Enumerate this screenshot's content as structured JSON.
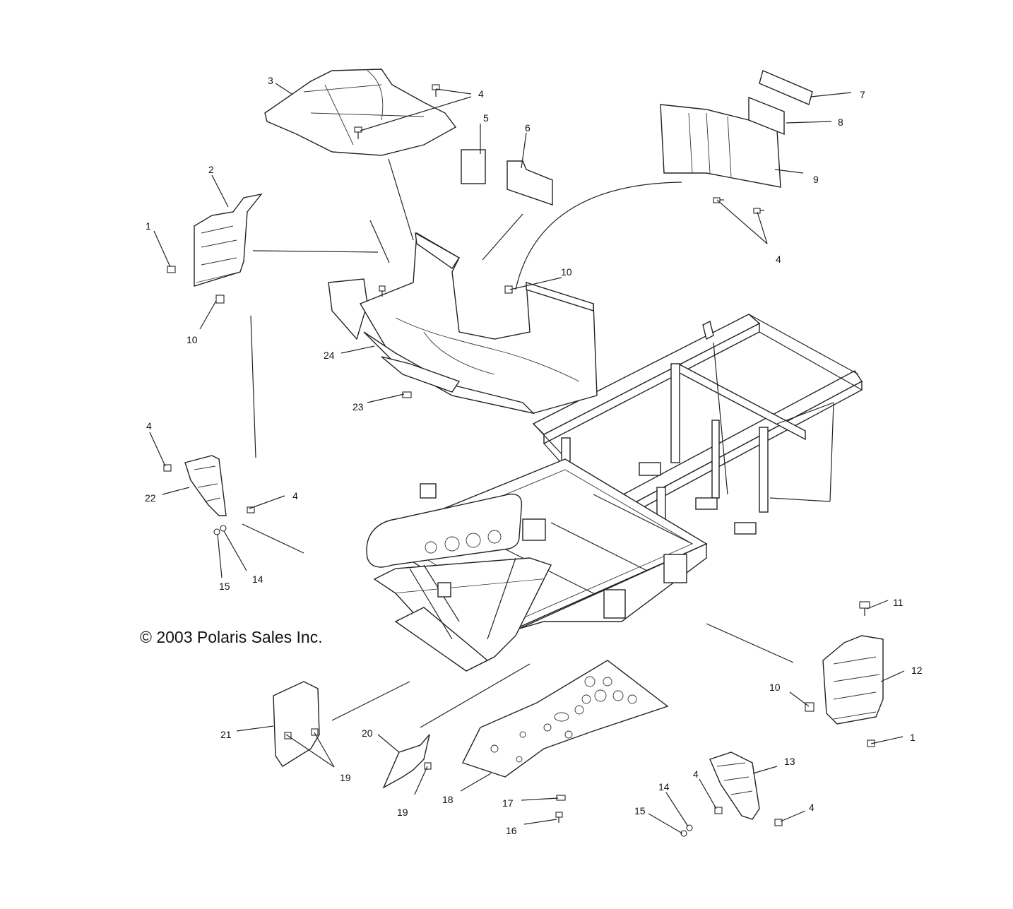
{
  "copyright": "© 2003 Polaris Sales Inc.",
  "callouts": {
    "c1a": "1",
    "c1b": "1",
    "c2": "2",
    "c3": "3",
    "c4a": "4",
    "c4b": "4",
    "c4c": "4",
    "c4d": "4",
    "c4e": "4",
    "c4f": "4",
    "c5": "5",
    "c6": "6",
    "c7": "7",
    "c8": "8",
    "c9": "9",
    "c10a": "10",
    "c10b": "10",
    "c10c": "10",
    "c11": "11",
    "c12": "12",
    "c13": "13",
    "c14a": "14",
    "c14b": "14",
    "c15a": "15",
    "c15b": "15",
    "c16": "16",
    "c17": "17",
    "c18": "18",
    "c19a": "19",
    "c19b": "19",
    "c20": "20",
    "c21": "21",
    "c22": "22",
    "c23": "23",
    "c24": "24"
  }
}
